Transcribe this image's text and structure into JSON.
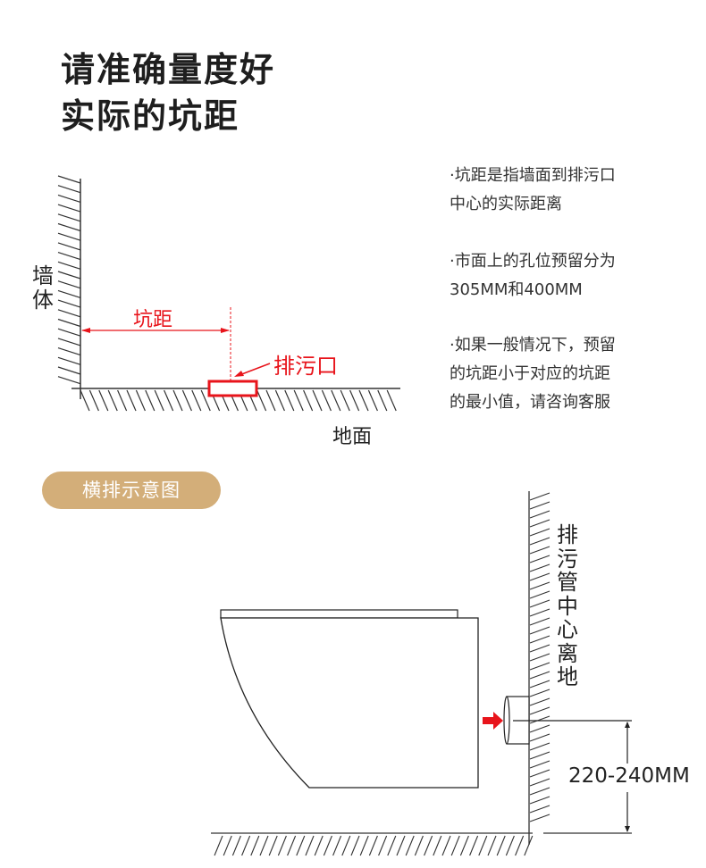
{
  "title": {
    "line1": "请准确量度好",
    "line2": "实际的坑距"
  },
  "notes": [
    {
      "line1": "·坑距是指墙面到排污口",
      "line2": "中心的实际距离"
    },
    {
      "line1": "·市面上的孔位预留分为",
      "line2": "305MM和400MM"
    },
    {
      "line1": "·如果一般情况下，预留",
      "line2": "的坑距小于对应的坑距",
      "line3": "的最小值，请咨询客服"
    }
  ],
  "diagram1": {
    "wall_label": "墙体",
    "distance_label": "坑距",
    "outlet_label": "排污口",
    "floor_label": "地面"
  },
  "badge": "横排示意图",
  "diagram2": {
    "vertical_label": [
      "排",
      "污",
      "管",
      "中",
      "心",
      "离",
      "地"
    ],
    "height_label": "220-240MM"
  },
  "colors": {
    "accent_red": "#e8141b",
    "badge": "#d3ae79"
  }
}
